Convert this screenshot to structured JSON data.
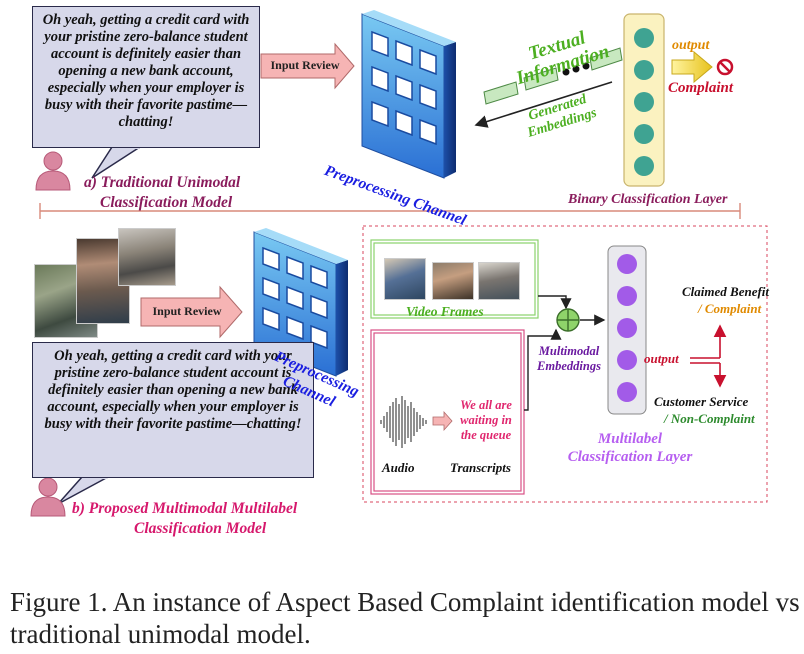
{
  "top": {
    "review_text": "Oh yeah, getting a credit card with your pristine zero-balance student account is definitely easier than opening a new bank account, especially when your employer is busy with their favorite pastime—chatting!",
    "input_review": "Input Review",
    "preprocessing": "Preprocessing Channel",
    "textual_information": "Textual Information",
    "generated_embeddings": "Generated Embeddings",
    "output": "output",
    "complaint": "Complaint",
    "binary_layer": "Binary Classification Layer",
    "caption_a": "a)  Traditional Unimodal",
    "caption_a2": "Classification Model"
  },
  "bottom": {
    "review_text": "Oh yeah, getting a credit card with your pristine zero-balance student account is definitely easier than opening a new bank account, especially when your employer is busy with their favorite pastime—chatting!",
    "input_review": "Input Review",
    "preprocessing": "Preprocessing Channel",
    "video_frames": "Video Frames",
    "audio": "Audio",
    "transcript_text": "We all are waiting in the queue",
    "transcripts": "Transcripts",
    "multimodal_embeddings": "Multimodal Embeddings",
    "output": "output",
    "claimed_benefit": "Claimed Benefit",
    "complaint_part": "/ Complaint",
    "customer_service": "Customer Service",
    "non_complaint": "/ Non-Complaint",
    "multilabel_layer": "Multilabel Classification Layer",
    "caption_b": "b)  Proposed Multimodal  Multilabel",
    "caption_b2": "Classification Model"
  },
  "figure_caption": "Figure 1.  An instance of Aspect Based Complaint identification model vs traditional unimodal model.",
  "colors": {
    "bubble": "#d7d8ea",
    "blue_label": "#1a1ee0",
    "green_label": "#4caf20",
    "purple_label": "#b65ef0",
    "red": "#c8102e",
    "orange": "#e08a00",
    "node_teal": "#3fa392",
    "node_purple": "#a25be8",
    "arrow_pink": "#f3a6a6"
  }
}
